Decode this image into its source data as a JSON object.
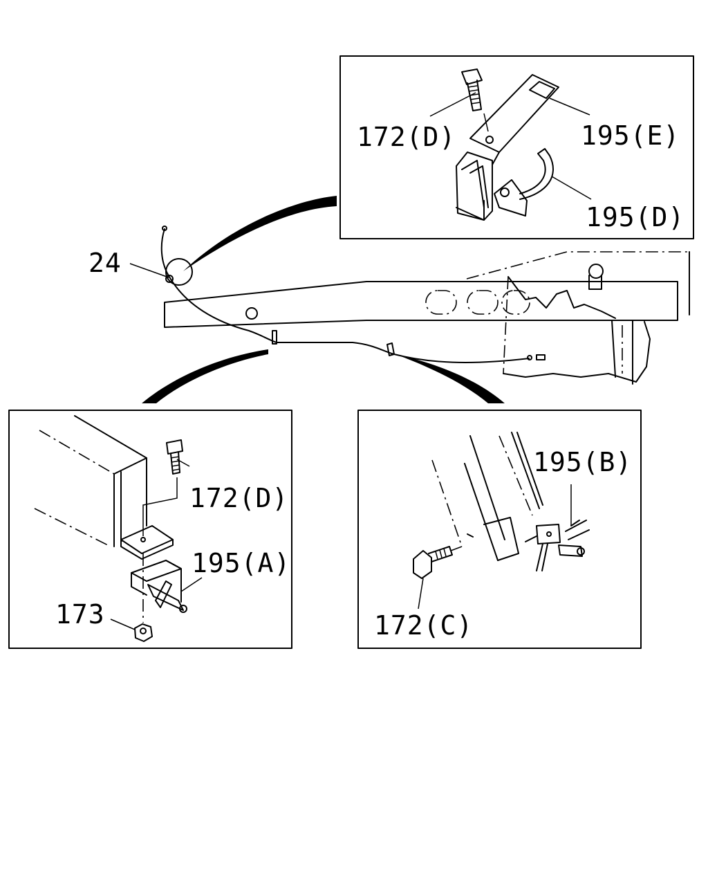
{
  "callouts": {
    "main_24": "24",
    "top_172": "172(D)",
    "top_195e": "195(E)",
    "top_195d": "195(D)",
    "left_172": "172(D)",
    "left_195a": "195(A)",
    "left_173": "173",
    "right_195b": "195(B)",
    "right_172c": "172(C)"
  }
}
